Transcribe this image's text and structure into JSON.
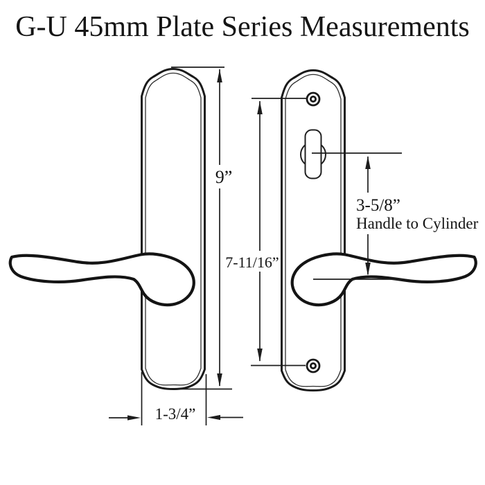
{
  "title": "G-U 45mm Plate Series Measurements",
  "dims": {
    "plate_height": "9”",
    "hole_to_hole": "7-11/16”",
    "handle_to_cylinder_value": "3-5/8”",
    "handle_to_cylinder_label": "Handle to Cylinder",
    "plate_width": "1-3/4”"
  },
  "colors": {
    "ink": "#1a1a1a",
    "background": "#ffffff"
  }
}
